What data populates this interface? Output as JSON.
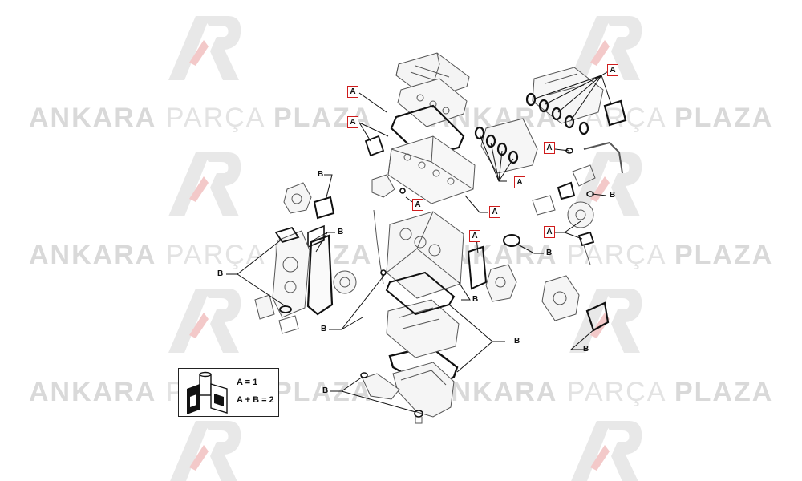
{
  "watermark": {
    "word1": "ANKARA",
    "word2": "PARÇA",
    "word3": "PLAZA",
    "logo_color": "#e8e8e8",
    "logo_accent": "#f3c9c9"
  },
  "legend": {
    "line1": "A = 1",
    "line2": "A + B = 2"
  },
  "callouts": {
    "a": "A",
    "b": "B"
  },
  "colors": {
    "callout_box": "#d01c1c",
    "line": "#111111",
    "part_stroke": "#555555",
    "gasket": "#111111"
  }
}
